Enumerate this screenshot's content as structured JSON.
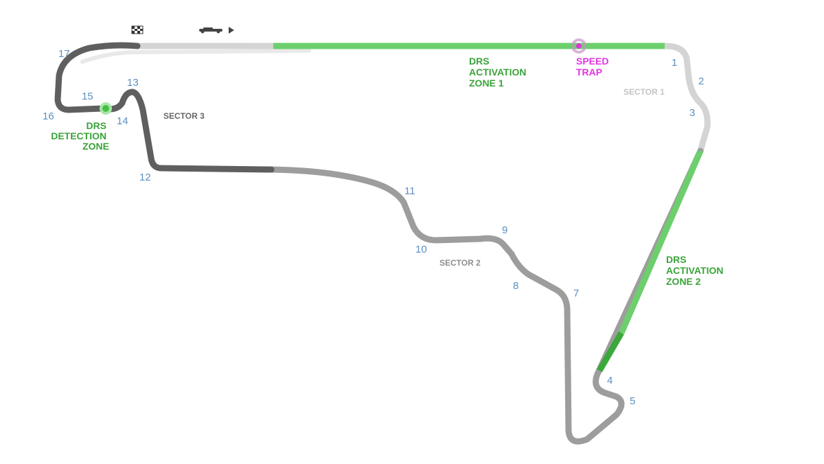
{
  "colors": {
    "sector1": "#d4d4d4",
    "sector2": "#9d9d9d",
    "sector3": "#5f5f5f",
    "drs": "#6ccf6c",
    "drs_dark": "#3aa83a",
    "drs_text": "#3aa33a",
    "speed_trap": "#e233e2",
    "turn_number": "#5b8fc0",
    "sector_label_dark": "#666666",
    "sector_label_light": "#c4c4c4"
  },
  "turns": [
    "1",
    "2",
    "3",
    "4",
    "5",
    "7",
    "8",
    "9",
    "10",
    "11",
    "12",
    "13",
    "14",
    "15",
    "16",
    "17"
  ],
  "labels": {
    "drs_zone_1": [
      "DRS",
      "ACTIVATION",
      "ZONE 1"
    ],
    "drs_zone_2": [
      "DRS",
      "ACTIVATION",
      "ZONE 2"
    ],
    "drs_detection": [
      "DRS",
      "DETECTION",
      "ZONE"
    ],
    "speed_trap": [
      "SPEED",
      "TRAP"
    ],
    "sector_1": "SECTOR 1",
    "sector_2": "SECTOR 2",
    "sector_3": "SECTOR 3"
  },
  "icons": [
    "chequered-flag-icon",
    "race-direction-car-icon"
  ]
}
